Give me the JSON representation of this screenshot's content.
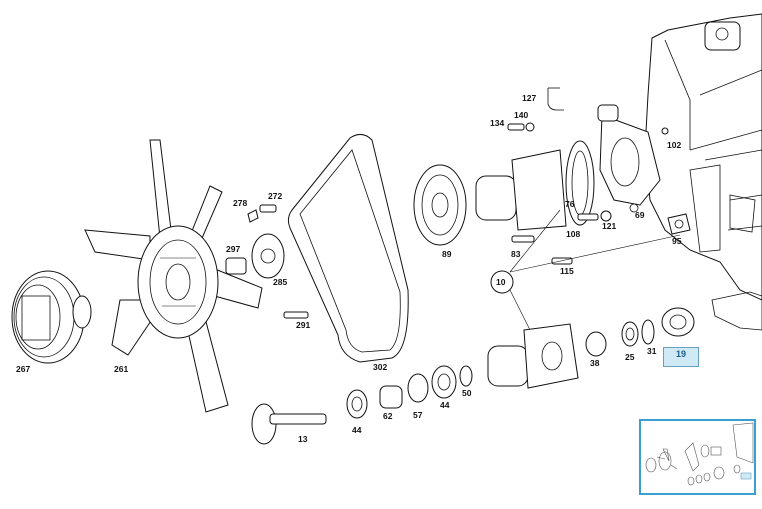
{
  "callouts": [
    {
      "id": "267",
      "text": "267"
    },
    {
      "id": "261",
      "text": "261"
    },
    {
      "id": "278",
      "text": "278"
    },
    {
      "id": "272",
      "text": "272"
    },
    {
      "id": "297",
      "text": "297"
    },
    {
      "id": "285",
      "text": "285"
    },
    {
      "id": "291",
      "text": "291"
    },
    {
      "id": "302",
      "text": "302"
    },
    {
      "id": "89",
      "text": "89"
    },
    {
      "id": "83",
      "text": "83"
    },
    {
      "id": "127",
      "text": "127"
    },
    {
      "id": "134",
      "text": "134"
    },
    {
      "id": "140",
      "text": "140"
    },
    {
      "id": "102",
      "text": "102"
    },
    {
      "id": "76",
      "text": "76"
    },
    {
      "id": "69",
      "text": "69"
    },
    {
      "id": "108",
      "text": "108"
    },
    {
      "id": "121",
      "text": "121"
    },
    {
      "id": "95",
      "text": "95"
    },
    {
      "id": "115",
      "text": "115"
    },
    {
      "id": "10",
      "text": "10"
    },
    {
      "id": "38",
      "text": "38"
    },
    {
      "id": "25",
      "text": "25"
    },
    {
      "id": "31",
      "text": "31"
    },
    {
      "id": "44a",
      "text": "44"
    },
    {
      "id": "62",
      "text": "62"
    },
    {
      "id": "57",
      "text": "57"
    },
    {
      "id": "44b",
      "text": "44"
    },
    {
      "id": "50",
      "text": "50"
    },
    {
      "id": "13",
      "text": "13"
    }
  ],
  "highlighted_part": "19",
  "thumbnail_label": ""
}
